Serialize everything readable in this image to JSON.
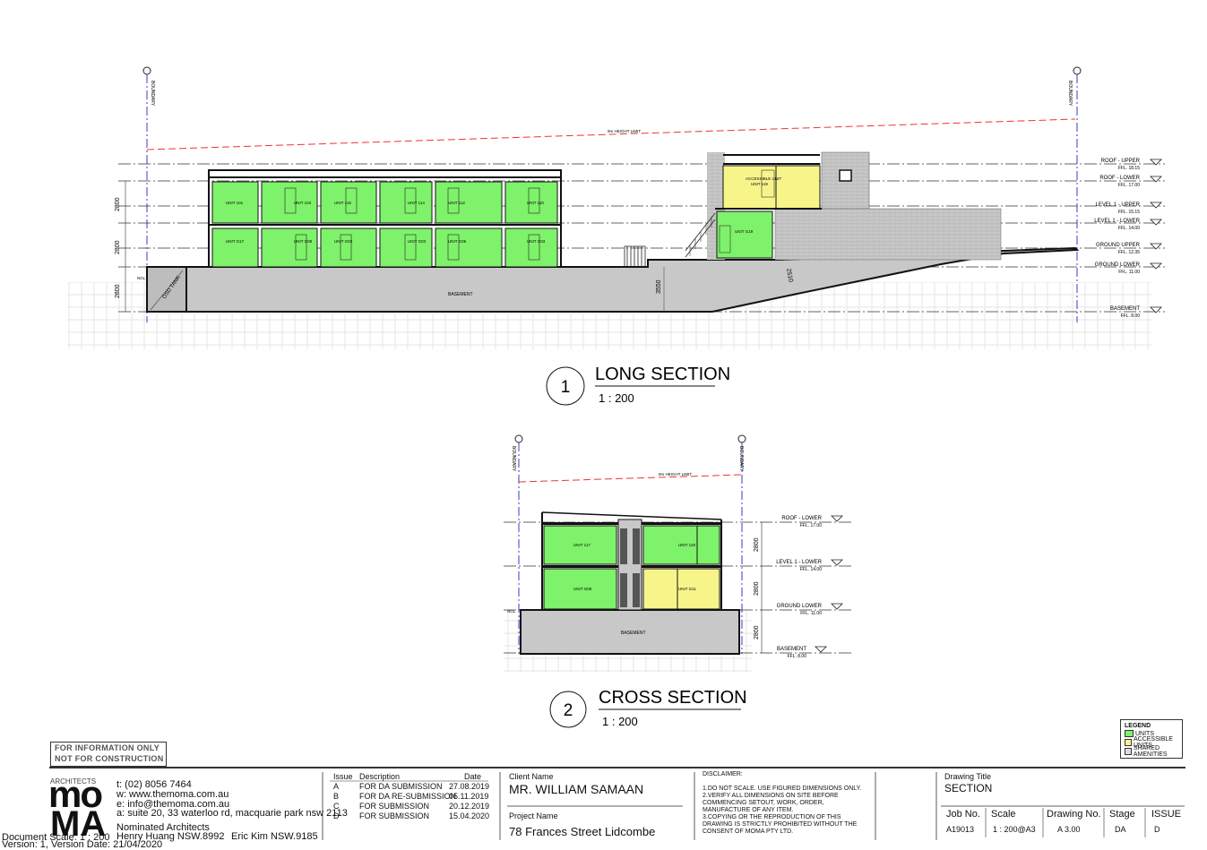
{
  "sections": {
    "long": {
      "number": "1",
      "title": "LONG SECTION",
      "scale": "1 : 200"
    },
    "cross": {
      "number": "2",
      "title": "CROSS SECTION",
      "scale": "1 : 200"
    }
  },
  "labels": {
    "boundary": "BOUNDARY",
    "height_limit": "9m HEIGHT LIMIT",
    "basement": "BASEMENT",
    "osd_tank": "OSD TANK",
    "accessible_unit": "ACCESSIBLE UNIT",
    "ngl": "NGL"
  },
  "long_levels": [
    {
      "name": "ROOF - UPPER",
      "ffl": "FFL. 18.15"
    },
    {
      "name": "ROOF - LOWER",
      "ffl": "FFL. 17.00"
    },
    {
      "name": "LEVEL 1 - UPPER",
      "ffl": "FFL. 15.15"
    },
    {
      "name": "LEVEL 1 - LOWER",
      "ffl": "FFL. 14.00"
    },
    {
      "name": "GROUND UPPER",
      "ffl": "FFL. 12.35"
    },
    {
      "name": "GROUND LOWER",
      "ffl": "FFL. 11.00"
    },
    {
      "name": "BASEMENT",
      "ffl": "FFL. 8.00"
    }
  ],
  "cross_levels": [
    {
      "name": "ROOF - LOWER",
      "ffl": "FFL. 17.00"
    },
    {
      "name": "LEVEL 1 - LOWER",
      "ffl": "FFL. 14.00"
    },
    {
      "name": "GROUND LOWER",
      "ffl": "FFL. 11.00"
    },
    {
      "name": "BASEMENT",
      "ffl": "FFL. 8.00"
    }
  ],
  "long_dims": [
    "2800",
    "2800",
    "2800",
    "3550",
    "2510"
  ],
  "cross_dims": [
    "2800",
    "2800",
    "2800"
  ],
  "long_units_upper": [
    "UNIT 101",
    "UNIT 103",
    "UNIT 116",
    "UNIT 114",
    "UNIT 112",
    "UNIT 110"
  ],
  "long_units_ground": [
    "UNIT G17",
    "UNIT G09",
    "UNIT G03",
    "UNIT G03",
    "UNIT G05",
    "UNIT G03"
  ],
  "long_units_rear": [
    "UNIT 119",
    "UNIT G19"
  ],
  "cross_units": [
    "UNIT 117",
    "UNIT 120",
    "UNIT G09",
    "UNIT G11"
  ],
  "legend": {
    "title": "LEGEND",
    "items": [
      {
        "label": "UNITS",
        "color": "#7ef26a"
      },
      {
        "label": "ACCESSIBLE UNITS",
        "color": "#f7f58a"
      },
      {
        "label": "SHARED AMENITIES",
        "color": "#dcdcdc"
      }
    ]
  },
  "stamp": {
    "line1": "FOR INFORMATION ONLY",
    "line2": "NOT FOR CONSTRUCTION"
  },
  "firm": {
    "logo_top": "ARCHITECTS",
    "logo_mid": "mo",
    "logo_bottom": "MA",
    "phone": "t:  (02) 8056 7464",
    "web": "w:  www.themoma.com.au",
    "email": "e:  info@themoma.com.au",
    "address": "a:  suite 20, 33 waterloo rd, macquarie park nsw 2113",
    "nominated": "Nominated Architects",
    "architect1": "Henry Huang  NSW.8992",
    "architect2": "Eric Kim  NSW.9185"
  },
  "document": {
    "scale_label": "Document Scale: 1 : 200",
    "version": "Version: 1, Version Date: 21/04/2020"
  },
  "issues": {
    "headers": {
      "issue": "Issue",
      "description": "Description",
      "date": "Date"
    },
    "rows": [
      {
        "issue": "A",
        "description": "FOR DA SUBMISSION",
        "date": "27.08.2019"
      },
      {
        "issue": "B",
        "description": "FOR DA RE-SUBMISSION",
        "date": "05.11.2019"
      },
      {
        "issue": "C",
        "description": "FOR SUBMISSION",
        "date": "20.12.2019"
      },
      {
        "issue": "D",
        "description": "FOR SUBMISSION",
        "date": "15.04.2020"
      }
    ]
  },
  "client": {
    "label": "Client Name",
    "value": "MR. WILLIAM SAMAAN"
  },
  "project": {
    "label": "Project Name",
    "value": "78 Frances Street Lidcombe"
  },
  "disclaimer": {
    "title": "DISCLAIMER:",
    "lines": [
      "1.DO NOT SCALE. USE FIGURED DIMENSIONS ONLY.",
      "2.VERIFY ALL DIMENSIONS ON SITE BEFORE",
      "COMMENCING SETOUT, WORK, ORDER,",
      "MANUFACTURE OF ANY ITEM.",
      "3.COPYING OR THE REPRODUCTION OF THIS",
      "DRAWING IS STRICTLY PROHIBITED WITHOUT THE",
      "CONSENT OF MOMA PTY LTD."
    ]
  },
  "drawing_title": {
    "label": "Drawing Title",
    "value": "SECTION"
  },
  "meta": {
    "job_label": "Job No.",
    "job": "A19013",
    "scale_label": "Scale",
    "scale": "1 : 200@A3",
    "drawing_no_label": "Drawing No.",
    "drawing_no": "A 3.00",
    "stage_label": "Stage",
    "stage": "DA",
    "issue_label": "ISSUE",
    "issue": "D"
  }
}
